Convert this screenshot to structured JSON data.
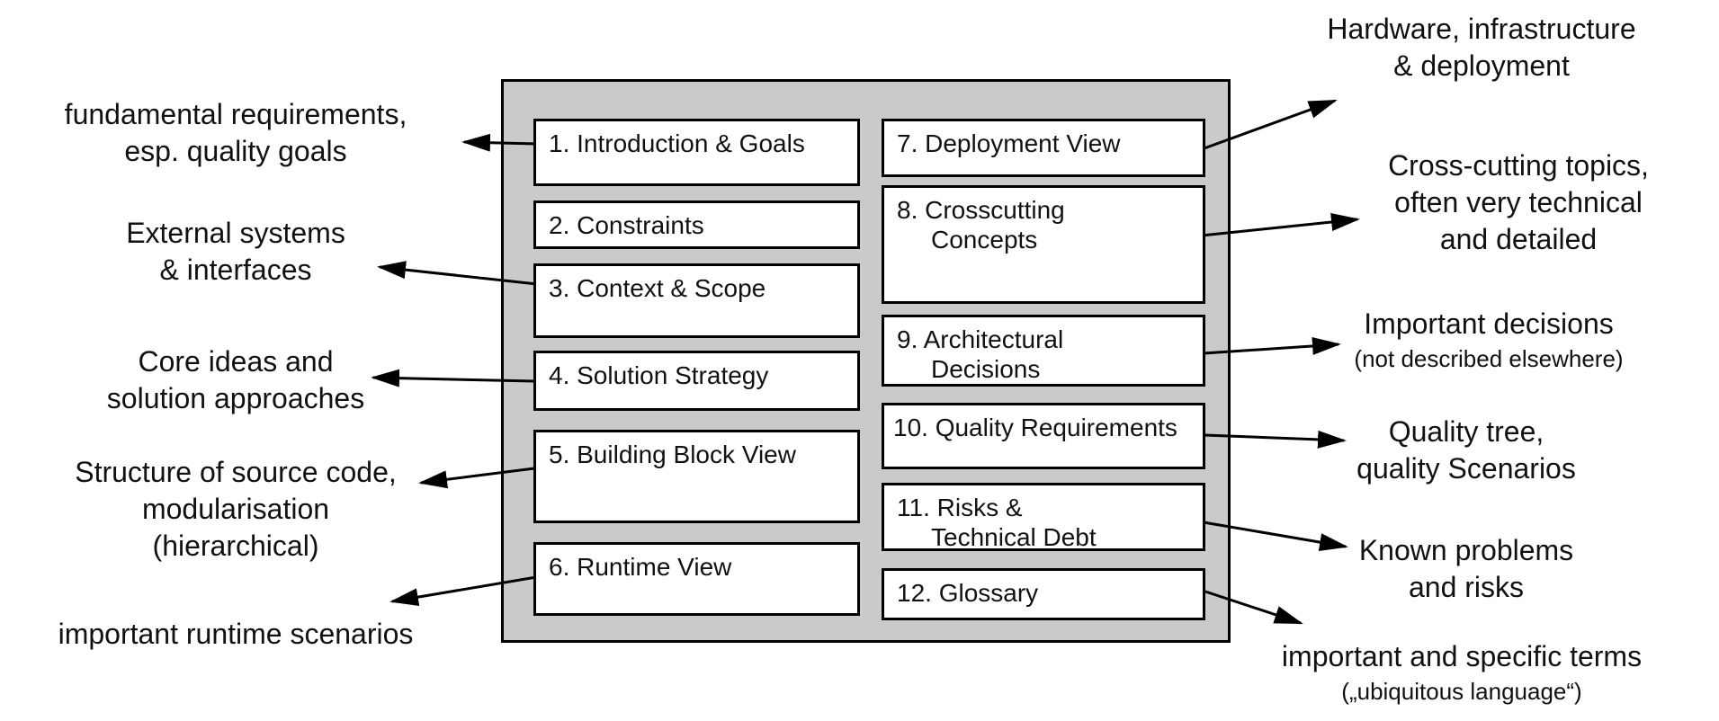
{
  "colors": {
    "panel_gray": "#cacaca",
    "ink": "#000000",
    "box_fill": "#ffffff",
    "text": "#111111",
    "page_bg": "#ffffff"
  },
  "boxes": {
    "b1": {
      "line1": "1. Introduction & Goals"
    },
    "b2": {
      "line1": "2. Constraints"
    },
    "b3": {
      "line1": "3. Context & Scope"
    },
    "b4": {
      "line1": "4. Solution Strategy"
    },
    "b5": {
      "line1": "5. Building Block View"
    },
    "b6": {
      "line1": "6. Runtime View"
    },
    "b7": {
      "line1": "7. Deployment View"
    },
    "b8": {
      "line1": "8. Crosscutting",
      "line2": "Concepts"
    },
    "b9": {
      "line1": "9. Architectural",
      "line2": "Decisions"
    },
    "b10": {
      "line1": "10. Quality Requirements"
    },
    "b11": {
      "line1": "11. Risks &",
      "line2": "Technical Debt"
    },
    "b12": {
      "line1": "12. Glossary"
    }
  },
  "annotations": {
    "intro": {
      "line1": "fundamental requirements,",
      "line2": "esp. quality goals"
    },
    "context": {
      "line1": "External systems",
      "line2": "& interfaces"
    },
    "solution": {
      "line1": "Core ideas and",
      "line2": "solution approaches"
    },
    "building": {
      "line1": "Structure of source code,",
      "line2": "modularisation",
      "line3": "(hierarchical)"
    },
    "runtime": {
      "line1": "important runtime scenarios"
    },
    "deployment": {
      "line1": "Hardware, infrastructure",
      "line2": "& deployment"
    },
    "crosscutting": {
      "line1": "Cross-cutting topics,",
      "line2": "often very technical",
      "line3": "and detailed"
    },
    "decisions": {
      "line1": "Important decisions",
      "line2_small": "(not described elsewhere)"
    },
    "quality": {
      "line1": "Quality tree,",
      "line2": "quality Scenarios"
    },
    "risks": {
      "line1": "Known problems",
      "line2": "and risks"
    },
    "glossary": {
      "line1": "important and specific terms",
      "line2_small": "(„ubiquitous language“)"
    }
  }
}
